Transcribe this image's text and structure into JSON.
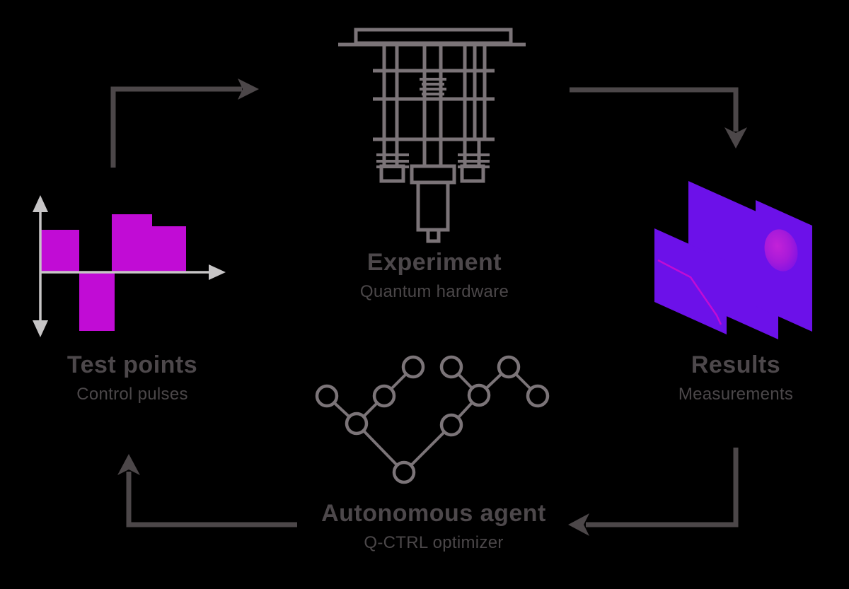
{
  "stages": {
    "test_points": {
      "title": "Test points",
      "subtitle": "Control pulses"
    },
    "experiment": {
      "title": "Experiment",
      "subtitle": "Quantum hardware"
    },
    "results": {
      "title": "Results",
      "subtitle": "Measurements"
    },
    "agent": {
      "title": "Autonomous agent",
      "subtitle": "Q-CTRL optimizer"
    }
  },
  "cycle_arrows": [
    {
      "from": "Test points",
      "to": "Experiment"
    },
    {
      "from": "Experiment",
      "to": "Results"
    },
    {
      "from": "Results",
      "to": "Autonomous agent"
    },
    {
      "from": "Autonomous agent",
      "to": "Test points"
    }
  ],
  "icons": {
    "test_points": "pulse-bar-chart-icon",
    "experiment": "dilution-refrigerator-icon",
    "results": "measurement-screens-icon",
    "agent": "network-graph-icon"
  },
  "pulse_chart": {
    "type": "bar",
    "description": "stylized control-pulse amplitudes around a horizontal time axis",
    "values": [
      60,
      -83,
      82,
      65
    ]
  },
  "background": "#000000",
  "colors": {
    "magenta": "#C10CD5",
    "purple": "#6C11E9",
    "arrow": "#4C4749",
    "outline": "#7B7478",
    "axis": "#C7C5C6",
    "orb_inner": "#C322D8",
    "orb_mid": "#A71AD9",
    "orb_outer": "#7E12E4"
  }
}
